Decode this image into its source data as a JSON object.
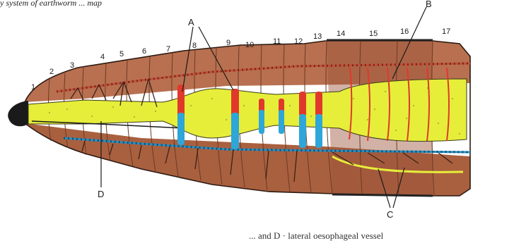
{
  "top_fragment": "y system of earthworm ... map",
  "bottom_fragment": "... and D · lateral oesophageal vessel",
  "segment_numbers": [
    "1",
    "2",
    "3",
    "4",
    "5",
    "6",
    "7",
    "8",
    "9",
    "10",
    "11",
    "12",
    "13",
    "14",
    "15",
    "16",
    "17"
  ],
  "callouts": {
    "A": "A",
    "B": "B",
    "C": "C",
    "D": "D"
  },
  "colors": {
    "body_wall": "#b87050",
    "body_dark": "#8a4a32",
    "gut": "#e6ee3a",
    "heart_red": "#e0392c",
    "heart_blue": "#2ea6d8",
    "vessel_blue": "#2a8fc0",
    "vessel_red": "#c0503a",
    "prostomium": "#1a1a1a"
  }
}
